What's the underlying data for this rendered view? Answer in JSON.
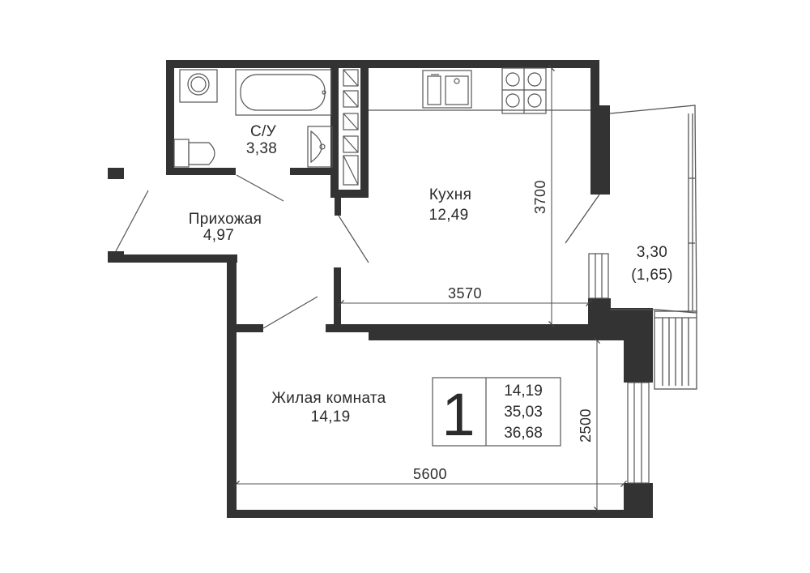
{
  "rooms": {
    "bathroom": {
      "name": "С/У",
      "area": "3,38"
    },
    "hallway": {
      "name": "Прихожая",
      "area": "4,97"
    },
    "kitchen": {
      "name": "Кухня",
      "area": "12,49"
    },
    "living": {
      "name": "Жилая комната",
      "area": "14,19"
    },
    "balcony": {
      "area": "3,30",
      "reduced_area": "(1,65)"
    }
  },
  "dimensions": {
    "kitchen_width": "3570",
    "kitchen_depth": "3700",
    "living_width": "5600",
    "living_depth": "2500"
  },
  "summary": {
    "rooms_count": "1",
    "living_area": "14,19",
    "total_area": "35,03",
    "area_with_balcony": "36,68"
  },
  "colors": {
    "wall": "#333333",
    "line": "#555555",
    "background": "#ffffff"
  }
}
